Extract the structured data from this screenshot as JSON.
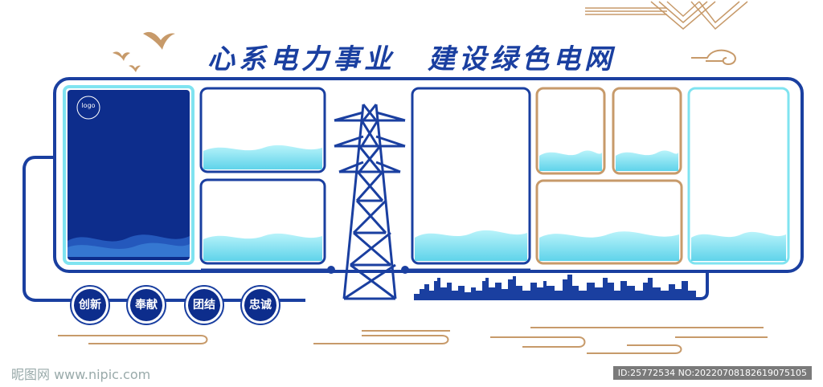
{
  "title": {
    "part1": "心系电力事业",
    "part2": "建设绿色电网"
  },
  "logo_text": "logo",
  "values": [
    {
      "label": "创新"
    },
    {
      "label": "奉献"
    },
    {
      "label": "团结"
    },
    {
      "label": "忠诚"
    }
  ],
  "watermark": {
    "left": "昵图网 www.nipic.com",
    "right": "ID:25772534 NO:20220708182619075105"
  },
  "colors": {
    "primary_blue": "#1a3fa0",
    "dark_blue": "#0d2d8c",
    "light_cyan": "#7fe3f0",
    "gold": "#c79a6a"
  }
}
